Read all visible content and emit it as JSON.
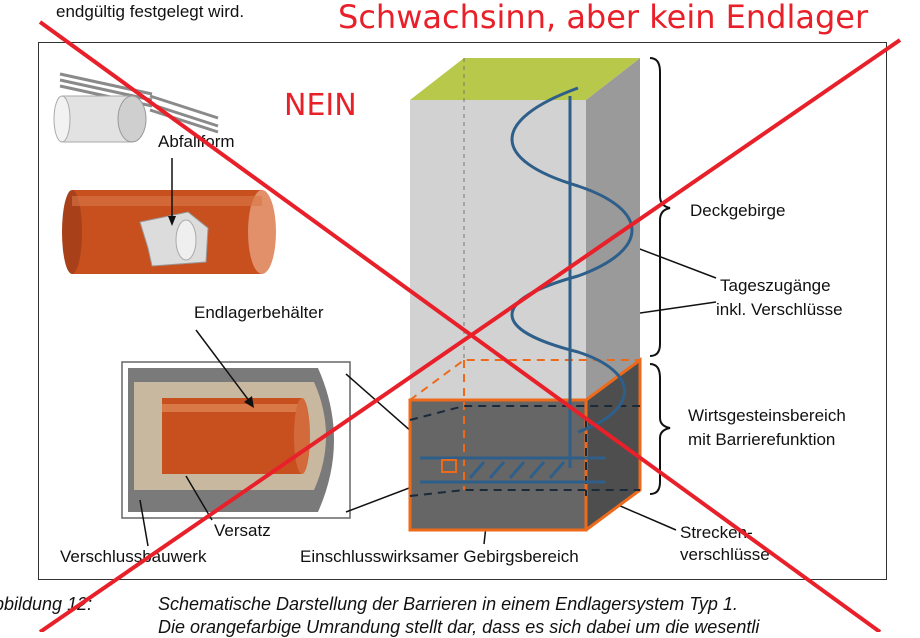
{
  "top_text": "endgültig festgelegt wird.",
  "overlay": {
    "title": "Schwachsinn, aber kein Endlager",
    "nein": "NEIN"
  },
  "labels": {
    "abfallform": "Abfallform",
    "endlagerbehaelter": "Endlagerbehälter",
    "deckgebirge": "Deckgebirge",
    "tageszugaenge_1": "Tageszugänge",
    "tageszugaenge_2": "inkl. Verschlüsse",
    "wirtsgestein_1": "Wirtsgesteinsbereich",
    "wirtsgestein_2": "mit Barrierefunktion",
    "versatz": "Versatz",
    "verschlussbauwerk": "Verschlussbauwerk",
    "ewg": "Einschlusswirksamer Gebirgsbereich",
    "strecken_1": "Strecken-",
    "strecken_2": "verschlüsse"
  },
  "caption": {
    "label": "bbildung 12:",
    "text": "Schematische Darstellung der Barrieren in einem Endlagersystem Typ 1.",
    "text2": "Die orangefarbige Umrandung stellt dar, dass es sich dabei um die wesentli"
  },
  "colors": {
    "overlay_red": "#e8202a",
    "copper": "#c8501e",
    "orange_outline": "#ee6a1a",
    "shaft_blue": "#2e5f8a",
    "grass": "#b8c84a"
  }
}
